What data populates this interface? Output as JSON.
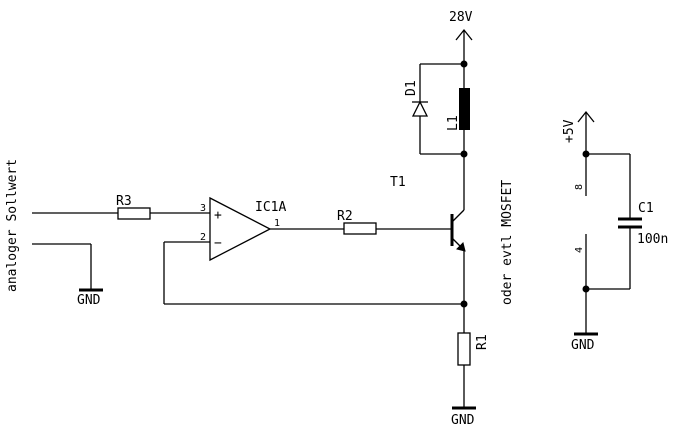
{
  "labels": {
    "supply_28v": "28V",
    "supply_5v": "+5V",
    "input_label": "analoger Sollwert",
    "gnd": "GND",
    "r1": "R1",
    "r2": "R2",
    "r3": "R3",
    "ic": "IC1A",
    "pin_out": "1",
    "pin_plus": "3",
    "pin_minus": "2",
    "plus_sign": "+",
    "minus_sign": "−",
    "transistor": "T1",
    "transistor_note": "oder evtl MOSFET",
    "diode": "D1",
    "inductor": "L1",
    "cap": "C1",
    "cap_value": "100n",
    "power_pin_top": "8",
    "power_pin_bottom": "4"
  }
}
